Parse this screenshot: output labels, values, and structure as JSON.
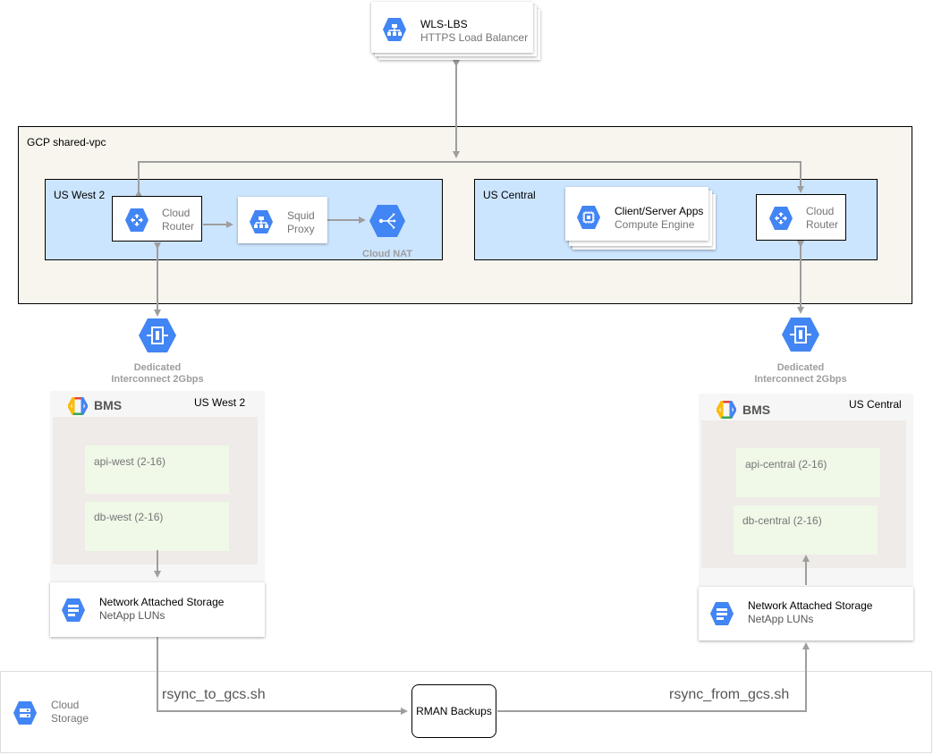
{
  "lb": {
    "title": "WLS-LBS",
    "subtitle": "HTTPS Load Balancer",
    "icon": "load-balancer-icon"
  },
  "vpc": {
    "label": "GCP shared-vpc"
  },
  "west_region": {
    "label": "US West 2",
    "router": {
      "line1": "Cloud",
      "line2": "Router"
    },
    "squid": {
      "line1": "Squid",
      "line2": "Proxy"
    },
    "nat_label": "Cloud NAT"
  },
  "central_region": {
    "label": "US Central",
    "apps": {
      "title": "Client/Server Apps",
      "subtitle": "Compute Engine"
    },
    "router": {
      "line1": "Cloud",
      "line2": "Router"
    }
  },
  "interconnect_west": {
    "line1": "Dedicated",
    "line2": "Interconnect 2Gbps"
  },
  "interconnect_central": {
    "line1": "Dedicated",
    "line2": "Interconnect 2Gbps"
  },
  "bms_west": {
    "brand": "BMS",
    "region": "US West 2",
    "api": "api-west (2-16)",
    "db": "db-west (2-16)",
    "nas": {
      "title": "Network Attached Storage",
      "subtitle": "NetApp LUNs"
    }
  },
  "bms_central": {
    "brand": "BMS",
    "region": "US Central",
    "api": "api-central (2-16)",
    "db": "db-central (2-16)",
    "nas": {
      "title": "Network Attached Storage",
      "subtitle": "NetApp LUNs"
    }
  },
  "storage": {
    "line1": "Cloud",
    "line2": "Storage"
  },
  "rman": "RMAN Backups",
  "rsync_to": "rsync_to_gcs.sh",
  "rsync_from": "rsync_from_gcs.sh",
  "colors": {
    "gcp_blue": "#4285f4",
    "region_fill": "#cce5ff",
    "vpc_fill": "#f8f5ee",
    "bms_inner": "#efebe8",
    "node_fill": "#f0f8e8",
    "arrow": "#9e9e9e"
  }
}
